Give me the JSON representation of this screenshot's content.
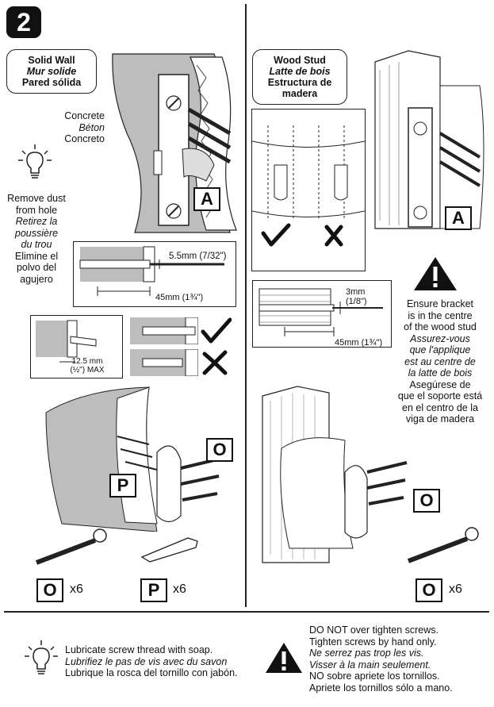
{
  "step": "2",
  "solid_wall": {
    "title": [
      "Solid Wall",
      "Mur solide",
      "Pared sólida"
    ],
    "concrete": [
      "Concrete",
      "Béton",
      "Concreto"
    ],
    "dust": [
      "Remove dust",
      "from hole",
      "Retirez la",
      "poussière",
      "du trou",
      "Elimine el",
      "polvo del",
      "agujero"
    ],
    "drill_size": "5.5mm (7/32\")",
    "depth": "45mm (1¾\")",
    "plug_gap": [
      "12.5 mm",
      "(½\") MAX"
    ]
  },
  "wood_stud": {
    "title": [
      "Wood Stud",
      "Latte de bois",
      "Estructura de",
      "madera"
    ],
    "drill_size": [
      "3mm",
      "(1/8\")"
    ],
    "depth": "45mm (1¾\")",
    "ensure": [
      "Ensure bracket",
      "is in the centre",
      "of the wood stud",
      "Assurez-vous",
      "que l'applique",
      "est au centre de",
      "la latte de bois",
      "Asegúrese de",
      "que el soporte está",
      "en el centro de la",
      "viga de madera"
    ]
  },
  "labels": {
    "a": "A",
    "o": "O",
    "p": "P",
    "qty_o": "x6",
    "qty_p": "x6"
  },
  "footer": {
    "lubricate": [
      "Lubricate screw thread with soap.",
      "Lubrifiez le pas de vis avec du savon",
      "Lubrique la rosca del  tornillo con jabón."
    ],
    "warning": [
      "DO NOT over tighten screws.",
      "Tighten screws by hand only.",
      "Ne serrez pas trop les vis.",
      "Visser à la main seulement.",
      "NO sobre apriete los tornillos.",
      "Apriete los tornillos sólo a mano."
    ]
  }
}
